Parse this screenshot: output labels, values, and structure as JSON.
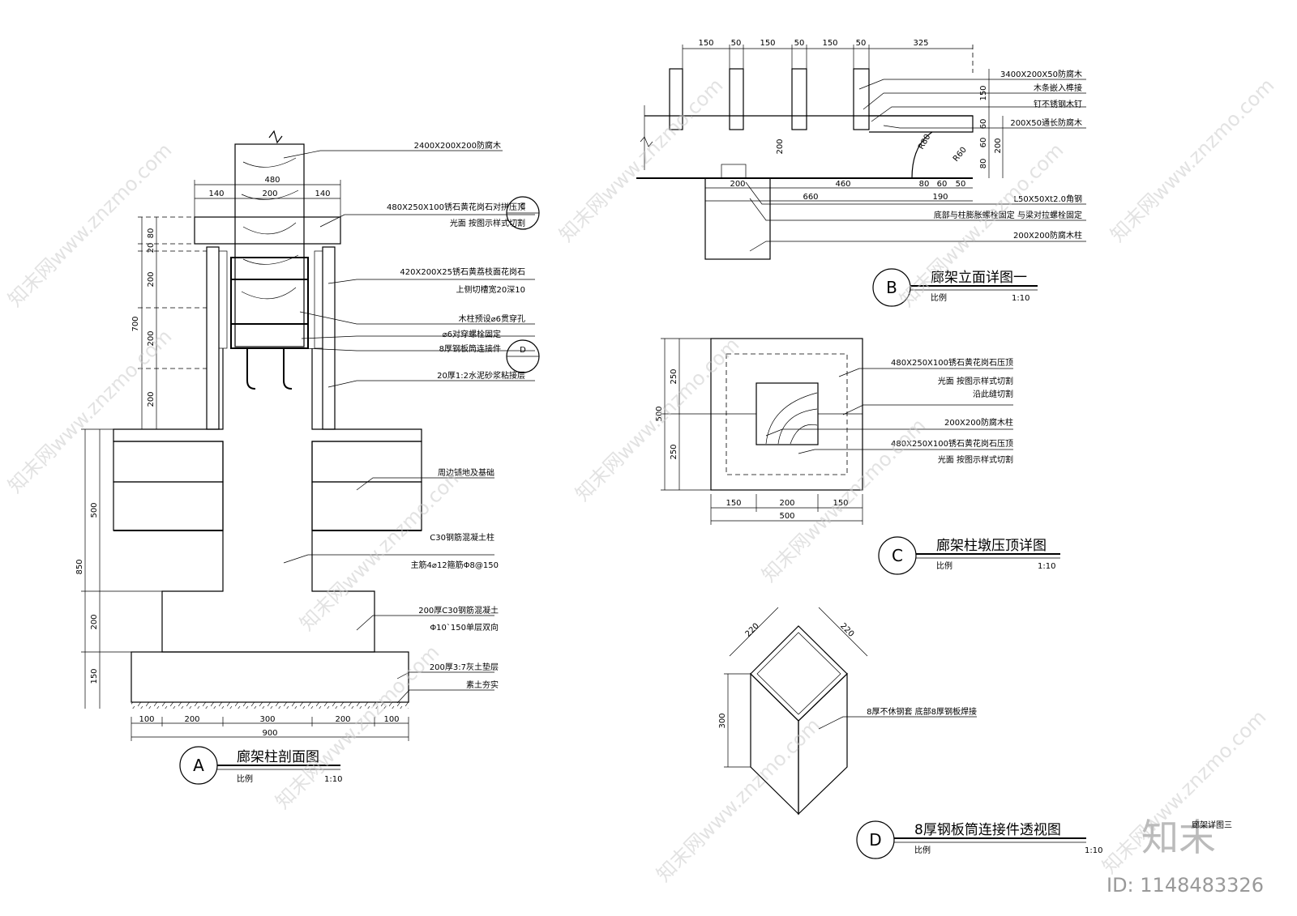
{
  "section_a": {
    "letter": "A",
    "title": "廊架柱剖面图",
    "scale_label": "比例",
    "scale_value": "1:10",
    "ref_c": "C",
    "ref_d": "D",
    "labels": [
      "2400X200X200防腐木",
      "480X250X100锈石黄花岗石对拼压顶",
      "光面  按图示样式切割",
      "420X200X25锈石黄荔枝面花岗石",
      "上侧切槽宽20深10",
      "木柱预设⌀6贯穿孔",
      "⌀6对穿螺栓固定",
      "8厚钢板筒连接件",
      "20厚1:2水泥砂浆粘接层",
      "周边铺地及基础",
      "C30钢筋混凝土柱",
      "主筋4⌀12箍筋Φ8@150",
      "200厚C30钢筋混凝土",
      "Φ10`150单层双向",
      "200厚3:7灰土垫层",
      "素土夯实"
    ],
    "dims_top": [
      "480",
      "140",
      "200",
      "140"
    ],
    "dims_left": [
      "80",
      "20",
      "200",
      "200",
      "200",
      "700"
    ],
    "dims_left_low": [
      "500",
      "850",
      "200",
      "150"
    ],
    "dims_bottom": [
      "100",
      "200",
      "300",
      "200",
      "100",
      "900"
    ]
  },
  "section_b": {
    "letter": "B",
    "title": "廊架立面详图一",
    "scale_label": "比例",
    "scale_value": "1:10",
    "dims_top": [
      "150",
      "50",
      "150",
      "50",
      "150",
      "50",
      "325"
    ],
    "dims_right": [
      "150",
      "60",
      "60",
      "80",
      "200"
    ],
    "dims_mid": [
      "200",
      "460",
      "80",
      "60",
      "50",
      "200",
      "660",
      "190"
    ],
    "radius_a": "R80",
    "radius_b": "R60",
    "labels": [
      "3400X200X50防腐木",
      "木条嵌入榫接",
      "钉不锈钢木钉",
      "200X50通长防腐木",
      "L50X50Xt2.0角钢",
      "底部与柱膨胀螺栓固定  与梁对拉螺栓固定",
      "200X200防腐木柱"
    ]
  },
  "section_c": {
    "letter": "C",
    "title": "廊架柱墩压顶详图",
    "scale_label": "比例",
    "scale_value": "1:10",
    "dims_left": [
      "250",
      "250",
      "500"
    ],
    "dims_bottom": [
      "150",
      "200",
      "150",
      "500"
    ],
    "labels": [
      "480X250X100锈石黄花岗石压顶",
      "光面  按图示样式切割",
      "沿此缝切割",
      "200X200防腐木柱",
      "480X250X100锈石黄花岗石压顶",
      "光面  按图示样式切割"
    ]
  },
  "section_d": {
    "letter": "D",
    "title": "8厚钢板筒连接件透视图",
    "scale_label": "比例",
    "scale_value": "1:10",
    "dims": [
      "220",
      "220",
      "300"
    ],
    "label": "8厚不休钢套  底部8厚钢板焊接"
  },
  "watermark": {
    "text": "知末网www.znzmo.com",
    "brand": "知末",
    "id": "ID: 1148483326",
    "corner_note": "廊架详图三"
  }
}
